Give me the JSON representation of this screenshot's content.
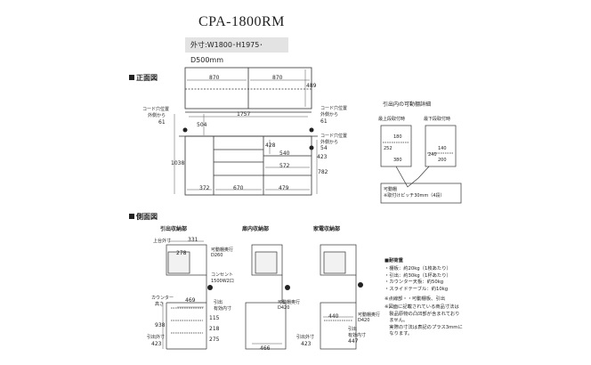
{
  "model": "CPA-1800RM",
  "outer_dims": "外寸:W1800･H1975･D500mm",
  "front": {
    "section_label": "正面図",
    "dims": {
      "upper_left_w": "870",
      "upper_right_w": "870",
      "upper_h": "489",
      "total_w": "1757",
      "lower_mid_w": "670",
      "lower_left_w": "372",
      "lower_right_w": "479",
      "drawer_w": "540",
      "drawer2_w": "572",
      "h_504": "504",
      "h_1038": "1038",
      "h_782": "782",
      "h_428": "428",
      "cord_left_61": "61",
      "cord_right_61": "61",
      "cord_right_54": "54",
      "cord_right_423": "423"
    },
    "cord_label_left": "コード穴位置",
    "cord_label_left2": "外側から",
    "cord_label_right": "コード穴位置",
    "cord_label_right2": "外側から",
    "cord_label_right3": "コード穴位置",
    "cord_label_right4": "外側から"
  },
  "shelf_detail": {
    "title": "引出内の可動棚詳細",
    "left_label": "最上段取付時",
    "right_label": "最下段取付時",
    "l_180": "180",
    "l_252": "252",
    "l_380": "380",
    "r_140": "140",
    "r_200": "200",
    "r_240": "240",
    "note1": "可動棚",
    "note2": "※取付けピッチ30mm（4段）"
  },
  "side": {
    "section_label": "側面図",
    "col1_label": "引出収納部",
    "col2_label": "扉内収納部",
    "col3_label": "家電収納部",
    "top_label": "上台外寸",
    "d_331": "331",
    "d_278": "278",
    "d_469": "469",
    "d_423": "423",
    "d_466": "466",
    "d_440": "440",
    "h_938": "938",
    "h_115": "115",
    "h_218": "218",
    "h_275": "275",
    "h_447": "447",
    "shelf_depth_label": "可動棚奥行",
    "shelf_depth_val": "D260",
    "consent_label": "コンセント",
    "consent_val": "1500W2口",
    "counter_label": "カウンター",
    "counter_label2": "高さ",
    "inner_label": "引出",
    "inner_label2": "有効内寸",
    "pull_label": "引出外寸",
    "pull_val": "423",
    "door_shelf_label": "可動棚奥行",
    "door_shelf_val": "D420",
    "kaden_shelf_label": "可動棚奥行",
    "kaden_shelf_val": "D420",
    "kaden_inner_label": "引出",
    "kaden_inner_label2": "有効内寸",
    "kaden_pull_label": "引出外寸",
    "kaden_pull_val": "423"
  },
  "notes": {
    "heading": "■耐荷重",
    "lines": [
      "・棚板：約20kg（1枚あたり）",
      "・引出：約30kg（1杯あたり）",
      "・カウンター天板：約50kg",
      "・スライドテーブル：約10kg",
      "※点線部・・可動棚板、引出",
      "※図面に記載されている商品寸法は",
      "　製品原物の凸凹部が含まれており",
      "　ません。",
      "　実際の寸法は表記のプラス3mmに",
      "　なります。"
    ]
  }
}
